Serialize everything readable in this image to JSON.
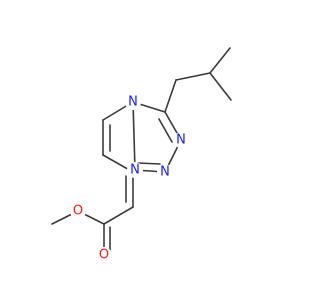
{
  "molecule": {
    "atoms": {
      "ring_n": {
        "symbol": "N",
        "color": "#1a1aff"
      },
      "triazole_n_right": {
        "symbol": "N",
        "color": "#1a1aff"
      },
      "triazole_n_bottom_right": {
        "symbol": "N",
        "color": "#1a1aff"
      },
      "triazole_n_bottom_left": {
        "symbol": "N",
        "color": "#1a1aff"
      },
      "carbonyl_o": {
        "symbol": "O",
        "color": "#ff1a1a"
      },
      "ester_o": {
        "symbol": "O",
        "color": "#ff1a1a"
      }
    },
    "bond_color": "#3a3a3a"
  }
}
